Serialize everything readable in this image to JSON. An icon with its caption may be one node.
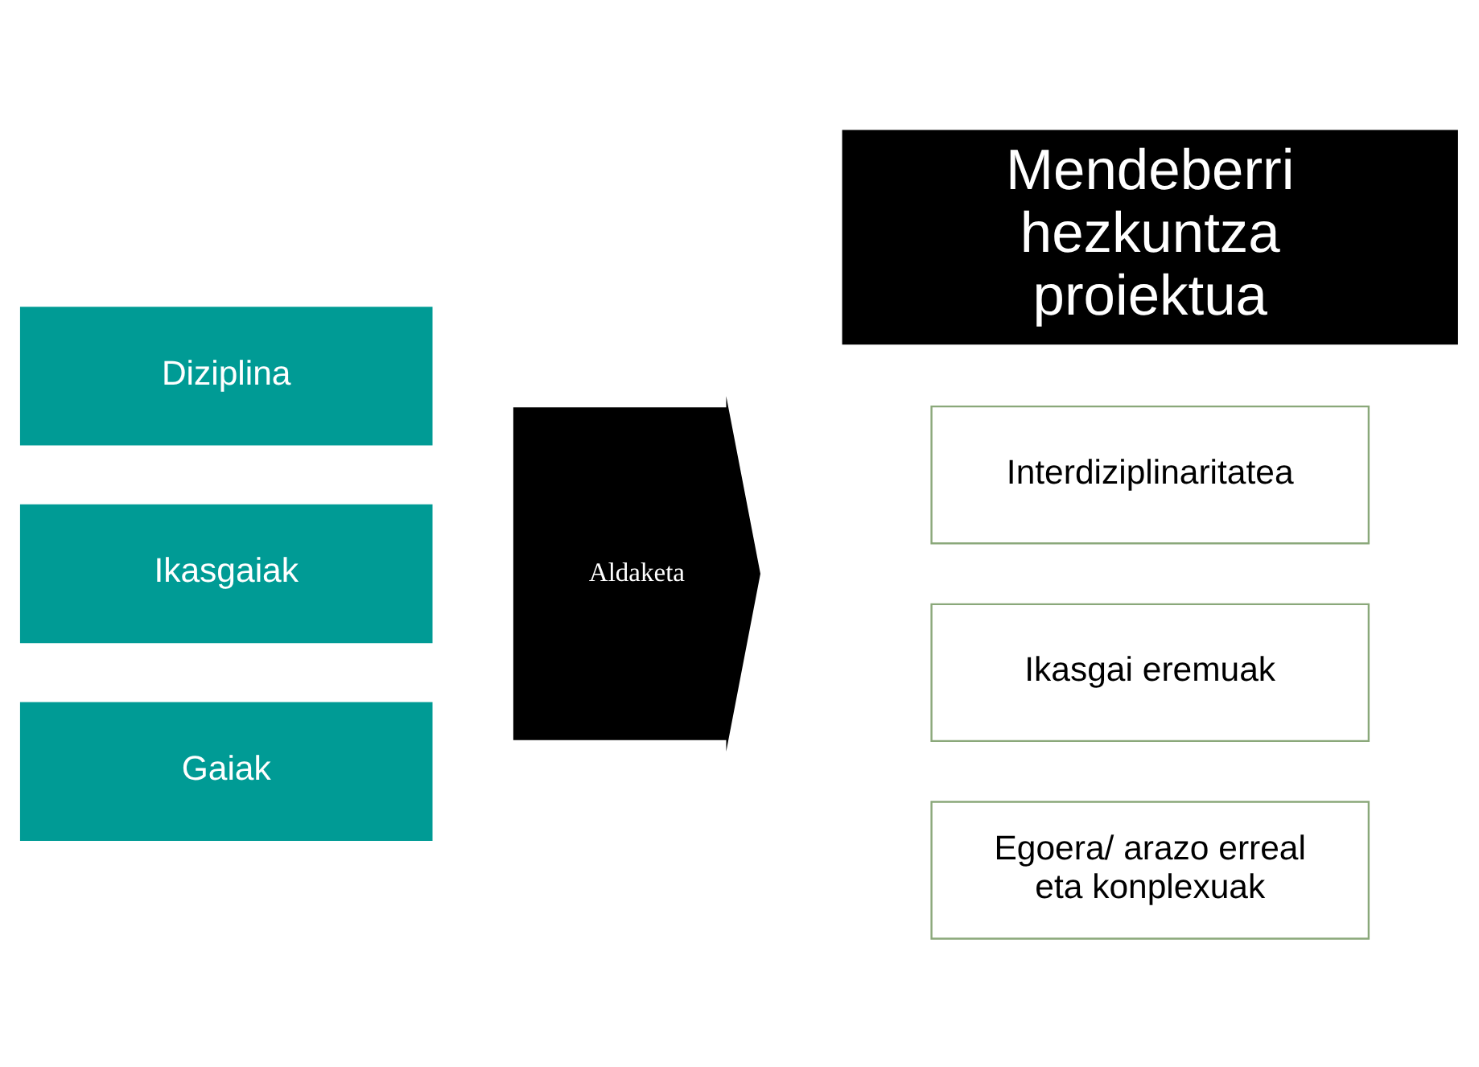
{
  "diagram": {
    "nodes": [
      {
        "text": [
          "Mendeberri hezkuntza proiektua"
        ]
      },
      {
        "text": [
          "Diziplina"
        ]
      },
      {
        "text": [
          "Ikasgaiak"
        ]
      },
      {
        "text": [
          "Gaiak"
        ]
      },
      {
        "text": [
          "Aldaketa"
        ]
      },
      {
        "text": [
          "Interdiziplinaritatea"
        ]
      },
      {
        "text": [
          "Ikasgai eremuak"
        ]
      },
      {
        "text": [
          "Egoera/ arazo erreal eta konplexuak"
        ]
      }
    ]
  }
}
